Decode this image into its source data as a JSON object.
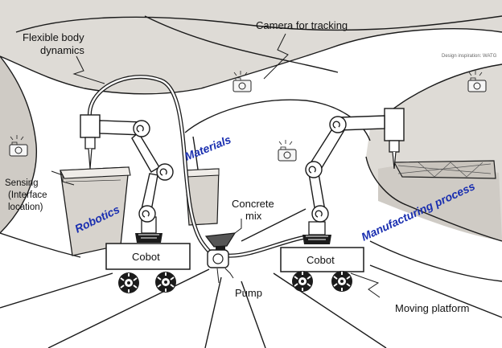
{
  "labels": {
    "flexible_body": [
      "Flexible body",
      "dynamics"
    ],
    "camera": "Camera for tracking",
    "design_credit": "Design inspiration: WATG",
    "sensing": [
      "Sensing",
      "(Interface",
      "location)"
    ],
    "concrete": [
      "Concrete",
      "mix"
    ],
    "pump": "Pump",
    "moving_platform": "Moving platform",
    "cobot_left": "Cobot",
    "cobot_right": "Cobot"
  },
  "categories": {
    "robotics": "Robotics",
    "materials": "Materials",
    "manufacturing": "Manufacturing process"
  },
  "colors": {
    "category_text": "#1a2fb0",
    "ink": "#1b1b1b",
    "shading": "#dedbd6"
  },
  "icons": [
    "camera-icon",
    "robot-arm-icon",
    "wheel-icon",
    "hopper-icon",
    "pump-icon"
  ]
}
